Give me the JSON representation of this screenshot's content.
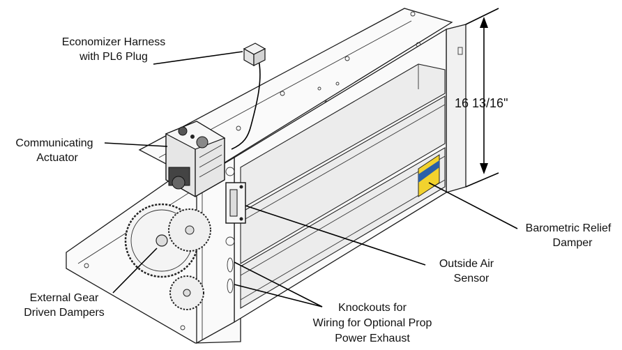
{
  "labels": {
    "economizer_harness": [
      "Economizer Harness",
      "with PL6 Plug"
    ],
    "communicating_actuator": [
      "Communicating",
      "Actuator"
    ],
    "external_gear": [
      "External Gear",
      "Driven Dampers"
    ],
    "barometric_relief": [
      "Barometric Relief",
      "Damper"
    ],
    "outside_air_sensor": [
      "Outside Air",
      "Sensor"
    ],
    "knockouts": [
      "Knockouts for",
      "Wiring for Optional Prop",
      "Power Exhaust"
    ]
  },
  "dimension": {
    "height": "16 13/16\""
  },
  "colors": {
    "line": "#1a1a1a",
    "label_yellow": "#f2d22e",
    "label_blue": "#2a5fa8"
  }
}
